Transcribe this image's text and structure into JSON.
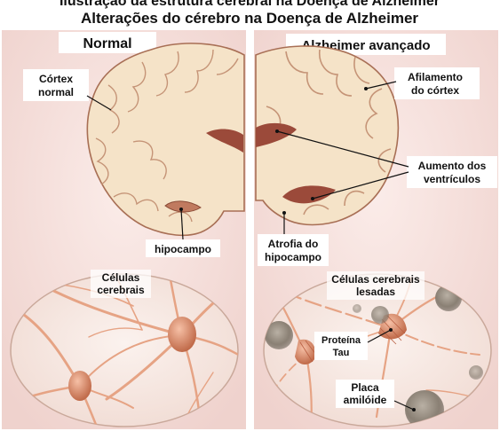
{
  "page": {
    "title_cut": "Ilustração da estrutura cerebral na Doença de Alzheimer",
    "title": "Alterações do cérebro na Doença de Alzheimer"
  },
  "left_panel": {
    "heading": "Normal",
    "cortex_label_1": "Córtex",
    "cortex_label_2": "normal",
    "hippocampus_label": "hipocampo",
    "cells_label_1": "Células",
    "cells_label_2": "cerebrais"
  },
  "right_panel": {
    "heading": "Alzheimer avançado",
    "cortex_label_1": "Afilamento",
    "cortex_label_2": "do córtex",
    "ventricles_label_1": "Aumento dos",
    "ventricles_label_2": "ventrículos",
    "atrophy_label_1": "Atrofia do",
    "atrophy_label_2": "hipocampo",
    "cells_label_1": "Células cerebrais",
    "cells_label_2": "lesadas",
    "tau_label_1": "Proteína",
    "tau_label_2": "Tau",
    "plaque_label_1": "Placa",
    "plaque_label_2": "amilóide"
  },
  "colors": {
    "panel_bg": "#f4dfdc",
    "brain_fill": "#f5e3c8",
    "brain_stroke": "#a86f55",
    "ventricle": "#9b4a3a",
    "neuron": "#e6a384",
    "neuron_dark": "#c7704f",
    "plaque": "#8c8378"
  }
}
